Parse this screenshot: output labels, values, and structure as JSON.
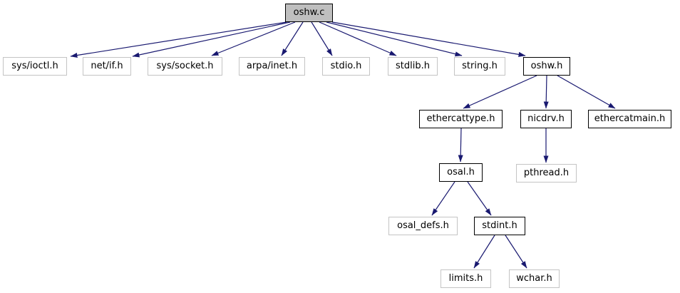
{
  "diagram": {
    "title": "oshw.c include dependency graph",
    "kind": "doxygen-include-graph",
    "colors": {
      "background": "#ffffff",
      "edge": "#191970",
      "node_fill": "#ffffff",
      "root_fill": "#bfbfbf",
      "internal_border": "#000000",
      "external_border": "#c4c4c4",
      "text": "#000000"
    }
  },
  "nodes": [
    {
      "label": "oshw.c",
      "kind": "root"
    },
    {
      "label": "sys/ioctl.h",
      "kind": "external"
    },
    {
      "label": "net/if.h",
      "kind": "external"
    },
    {
      "label": "sys/socket.h",
      "kind": "external"
    },
    {
      "label": "arpa/inet.h",
      "kind": "external"
    },
    {
      "label": "stdio.h",
      "kind": "external"
    },
    {
      "label": "stdlib.h",
      "kind": "external"
    },
    {
      "label": "string.h",
      "kind": "external"
    },
    {
      "label": "oshw.h",
      "kind": "internal"
    },
    {
      "label": "ethercattype.h",
      "kind": "internal"
    },
    {
      "label": "nicdrv.h",
      "kind": "internal"
    },
    {
      "label": "ethercatmain.h",
      "kind": "internal"
    },
    {
      "label": "osal.h",
      "kind": "internal"
    },
    {
      "label": "pthread.h",
      "kind": "external"
    },
    {
      "label": "osal_defs.h",
      "kind": "external"
    },
    {
      "label": "stdint.h",
      "kind": "internal"
    },
    {
      "label": "limits.h",
      "kind": "external"
    },
    {
      "label": "wchar.h",
      "kind": "external"
    }
  ],
  "edges": [
    {
      "from": "oshw.c",
      "to": "sys/ioctl.h"
    },
    {
      "from": "oshw.c",
      "to": "net/if.h"
    },
    {
      "from": "oshw.c",
      "to": "sys/socket.h"
    },
    {
      "from": "oshw.c",
      "to": "arpa/inet.h"
    },
    {
      "from": "oshw.c",
      "to": "stdio.h"
    },
    {
      "from": "oshw.c",
      "to": "stdlib.h"
    },
    {
      "from": "oshw.c",
      "to": "string.h"
    },
    {
      "from": "oshw.c",
      "to": "oshw.h"
    },
    {
      "from": "oshw.h",
      "to": "ethercattype.h"
    },
    {
      "from": "oshw.h",
      "to": "nicdrv.h"
    },
    {
      "from": "oshw.h",
      "to": "ethercatmain.h"
    },
    {
      "from": "ethercattype.h",
      "to": "osal.h"
    },
    {
      "from": "nicdrv.h",
      "to": "pthread.h"
    },
    {
      "from": "osal.h",
      "to": "osal_defs.h"
    },
    {
      "from": "osal.h",
      "to": "stdint.h"
    },
    {
      "from": "stdint.h",
      "to": "limits.h"
    },
    {
      "from": "stdint.h",
      "to": "wchar.h"
    }
  ]
}
